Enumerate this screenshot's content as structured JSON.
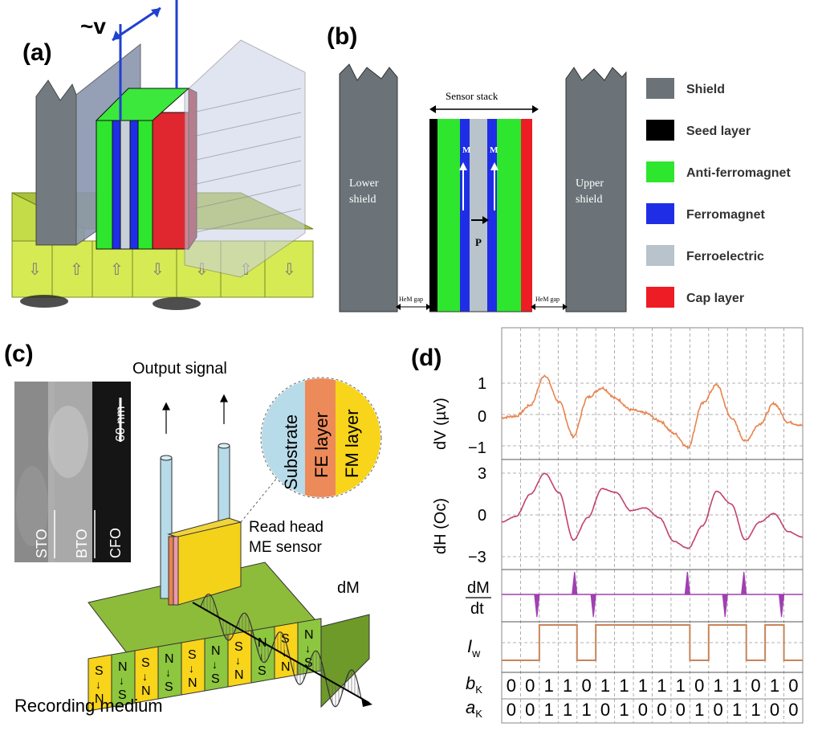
{
  "panel_a": {
    "label": "(a)",
    "voltage_label": "~v"
  },
  "panel_b": {
    "label": "(b)",
    "sensor_stack": "Sensor stack",
    "lower_shield": [
      "Lower",
      "shield"
    ],
    "upper_shield": [
      "Upper",
      "shield"
    ],
    "m_label": "M",
    "p_label": "P",
    "gap_label": "HeM gap",
    "legend": [
      {
        "label": "Shield",
        "color": "#6b7378"
      },
      {
        "label": "Seed layer",
        "color": "#000000"
      },
      {
        "label": "Anti-ferromagnet",
        "color": "#2ee62e"
      },
      {
        "label": "Ferromagnet",
        "color": "#1f2ee6"
      },
      {
        "label": "Ferroelectric",
        "color": "#b8c3cb"
      },
      {
        "label": "Cap layer",
        "color": "#ee1c24"
      }
    ]
  },
  "panel_c": {
    "label": "(c)",
    "output_signal": "Output signal",
    "scale": "60 nm",
    "tem_labels": [
      "STO",
      "BTO",
      "CFO"
    ],
    "inset_layers": [
      "Substrate",
      "FE layer",
      "FM layer"
    ],
    "read_head": "Read head",
    "me_sensor": "ME sensor",
    "dm_label": "dM",
    "recording_medium": "Recording medium",
    "bits": [
      "S↓N",
      "N↓S",
      "S↓N",
      "N↓S",
      "S↓N",
      "N↓S",
      "S↓N",
      "N↓S",
      "S↓N",
      "N↓S"
    ]
  },
  "panel_d": {
    "label": "(d)",
    "dv_label": "dV (µv)",
    "dv_ticks": [
      "1",
      "0",
      "−1"
    ],
    "dh_label": "dH (Oc)",
    "dh_ticks": [
      "3",
      "0",
      "−3"
    ],
    "dmdt_num": "dM",
    "dmdt_den": "dt",
    "iw_label": "I",
    "iw_sub": "w",
    "bk_label": "b",
    "ak_label": "a",
    "k_sub": "K",
    "bk": [
      "0",
      "0",
      "1",
      "1",
      "0",
      "1",
      "1",
      "1",
      "1",
      "1",
      "0",
      "1",
      "1",
      "0",
      "1",
      "0"
    ],
    "ak": [
      "0",
      "0",
      "1",
      "1",
      "1",
      "0",
      "1",
      "0",
      "0",
      "0",
      "1",
      "0",
      "1",
      "1",
      "0",
      "0"
    ],
    "colors": {
      "dv": "#e8834e",
      "dh": "#c2426b",
      "dmdt": "#a040b0",
      "iw": "#c8845a"
    }
  }
}
